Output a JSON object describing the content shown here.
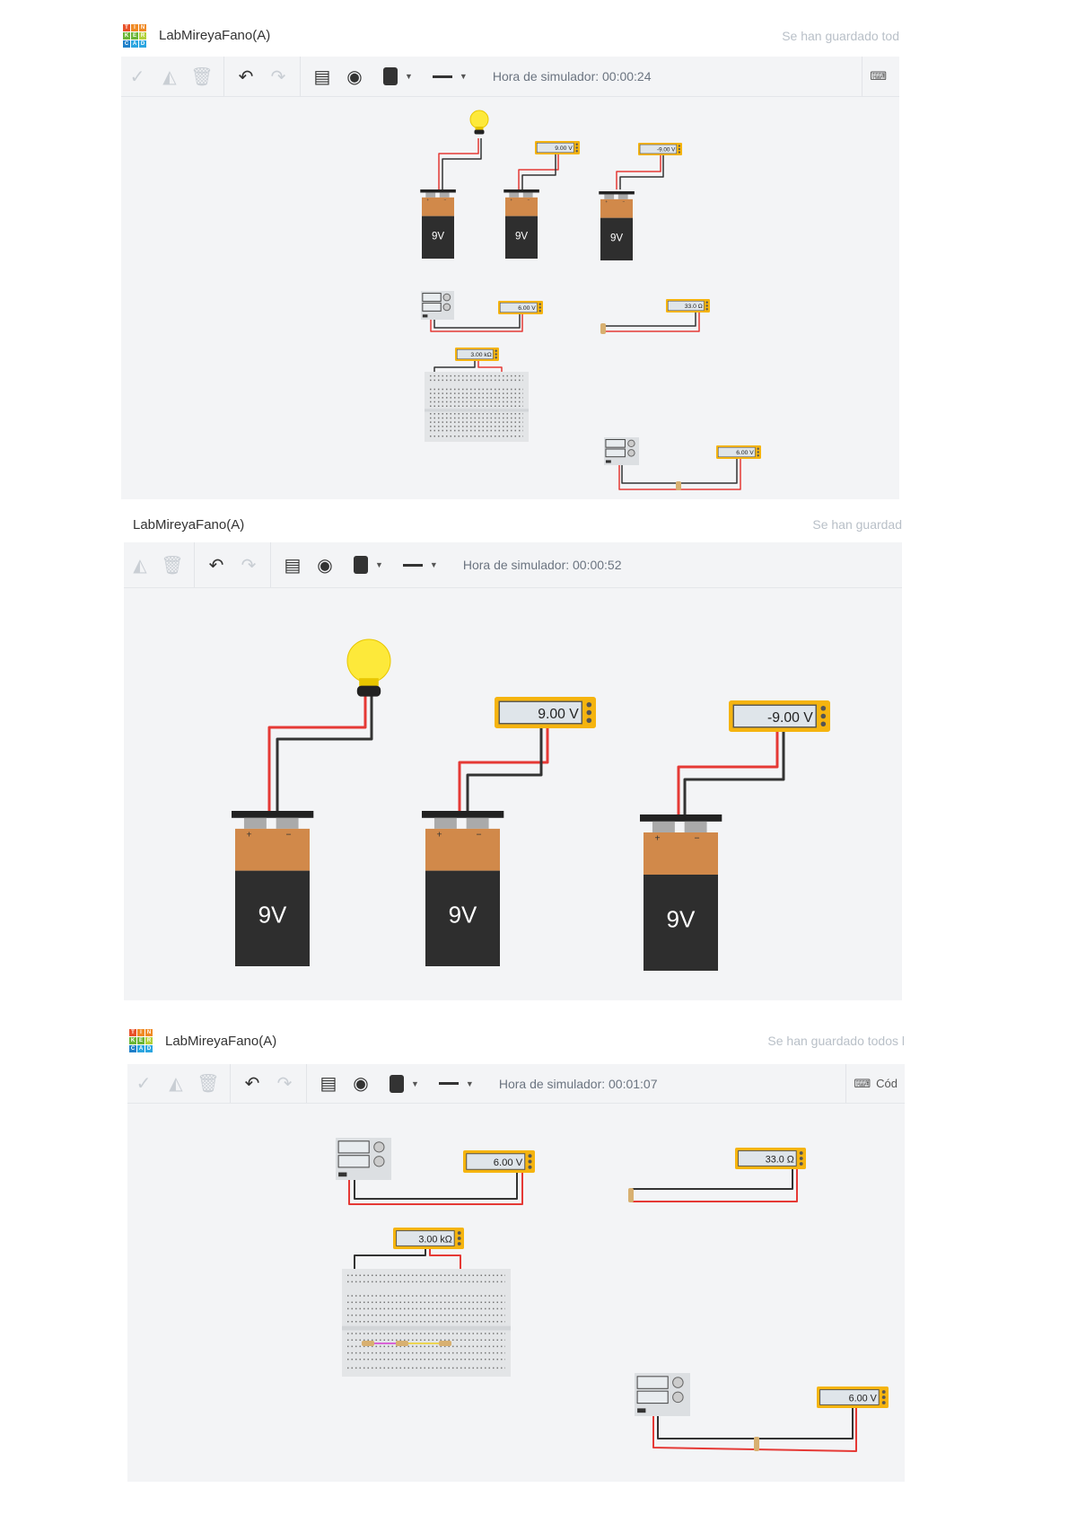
{
  "logo_letters": [
    "T",
    "I",
    "N",
    "K",
    "E",
    "R",
    "C",
    "A",
    "D"
  ],
  "logo_colors": [
    "#e8512a",
    "#f08a24",
    "#f08a24",
    "#6bb536",
    "#6bb536",
    "#b3d13a",
    "#1e7fc9",
    "#2aa5e0",
    "#2aa5e0"
  ],
  "panels": [
    {
      "title": "LabMireyaFano(A)",
      "save_status": "Se han guardado tod",
      "sim_time": "Hora de simulador: 00:00:24",
      "code_label": ""
    },
    {
      "title": "LabMireyaFano(A)",
      "save_status": "Se han guardad",
      "sim_time": "Hora de simulador: 00:00:52",
      "code_label": ""
    },
    {
      "title": "LabMireyaFano(A)",
      "save_status": "Se han guardado todos l",
      "sim_time": "Hora de simulador: 00:01:07",
      "code_label": "Cód"
    }
  ],
  "toolbar_icons": [
    "checkmark-icon",
    "mirror-icon",
    "trash-icon",
    "undo-icon",
    "redo-icon",
    "note-icon",
    "visibility-icon",
    "color-swatch-icon",
    "line-style-icon"
  ],
  "battery_label": "9V",
  "readouts": {
    "battery_voltage": "9.00 V",
    "battery_voltage_reversed": "-9.00 V",
    "supply_voltage": "6.00 V",
    "resistance_single": "33.0 Ω",
    "resistance_series": "3.00 kΩ",
    "resistor_voltage": "6.00 V"
  },
  "colors": {
    "meter": "#f5b40f",
    "display": "#dfe5ea",
    "wire_red": "#e53935",
    "wire_black": "#333333",
    "battery_top": "#d1894a",
    "battery_body": "#2e2e2e",
    "bulb": "#fde93a"
  }
}
